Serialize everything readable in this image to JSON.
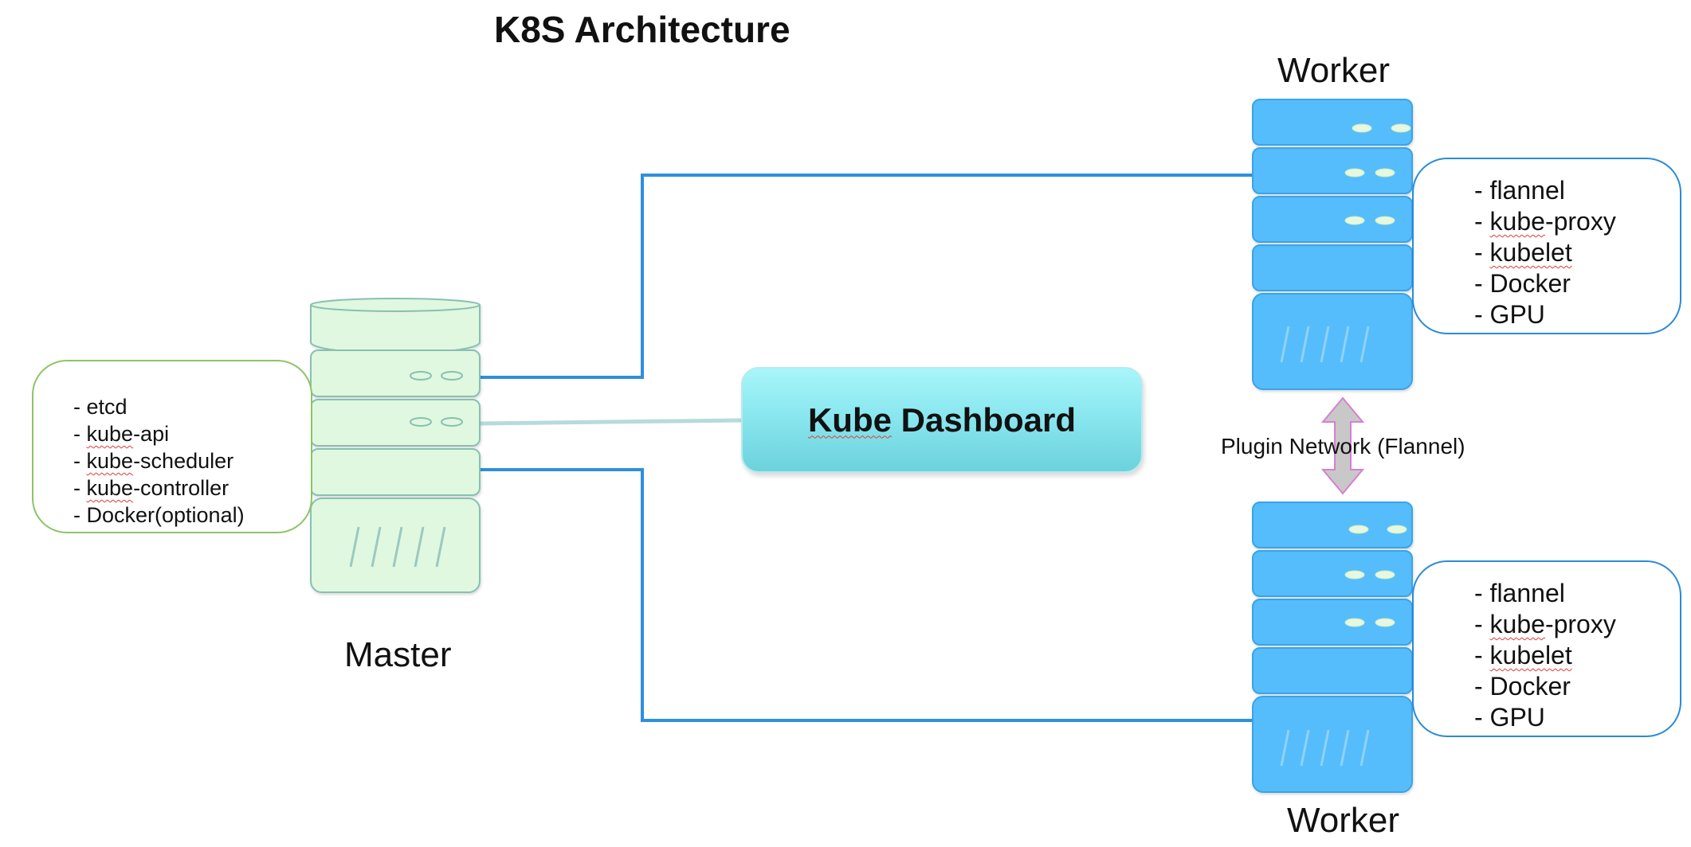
{
  "title": "K8S Architecture",
  "master": {
    "label": "Master",
    "items": [
      {
        "prefix": "- ",
        "text": "etcd",
        "squiggle": false
      },
      {
        "prefix": "- ",
        "text": "kube",
        "suffix": "-api",
        "squiggle": true
      },
      {
        "prefix": "- ",
        "text": "kube",
        "suffix": "-scheduler",
        "squiggle": true
      },
      {
        "prefix": "- ",
        "text": "kube",
        "suffix": "-controller",
        "squiggle": true
      },
      {
        "prefix": "- ",
        "text": "Docker(optional)",
        "squiggle": false
      }
    ]
  },
  "dashboard": {
    "label_underlined": "Kube",
    "label_rest": " Dashboard"
  },
  "workers": [
    {
      "label": "Worker",
      "items": [
        {
          "prefix": "- ",
          "text": "flannel",
          "squiggle": false
        },
        {
          "prefix": "- ",
          "text": "kube",
          "suffix": "-proxy",
          "squiggle": true
        },
        {
          "prefix": "- ",
          "text": "kubelet",
          "squiggle": true
        },
        {
          "prefix": "- ",
          "text": "Docker",
          "squiggle": false
        },
        {
          "prefix": "- ",
          "text": "GPU",
          "squiggle": false
        }
      ]
    },
    {
      "label": "Worker",
      "items": [
        {
          "prefix": "- ",
          "text": "flannel",
          "squiggle": false
        },
        {
          "prefix": "- ",
          "text": "kube",
          "suffix": "-proxy",
          "squiggle": true
        },
        {
          "prefix": "- ",
          "text": "kubelet",
          "squiggle": true
        },
        {
          "prefix": "- ",
          "text": "Docker",
          "squiggle": false
        },
        {
          "prefix": "- ",
          "text": "GPU",
          "squiggle": false
        }
      ]
    }
  ],
  "network": {
    "label": "Plugin Network (Flannel)"
  },
  "colors": {
    "master_fill": "#e0f8df",
    "master_stroke": "#88c0b2",
    "worker_fill": "#55bdfb",
    "worker_stroke": "#3aa3e6",
    "link_line": "#2f8fdd",
    "dashboard_link": "#b7dadd",
    "arrow_fill": "#c8c8c8",
    "arrow_stroke": "#d77fd0",
    "master_box_border": "#8dc466",
    "worker_box_border": "#2b8ad6"
  },
  "icons": {
    "server": "server-rack-icon",
    "database": "database-cylinder-icon",
    "arrow": "double-arrow-icon"
  }
}
